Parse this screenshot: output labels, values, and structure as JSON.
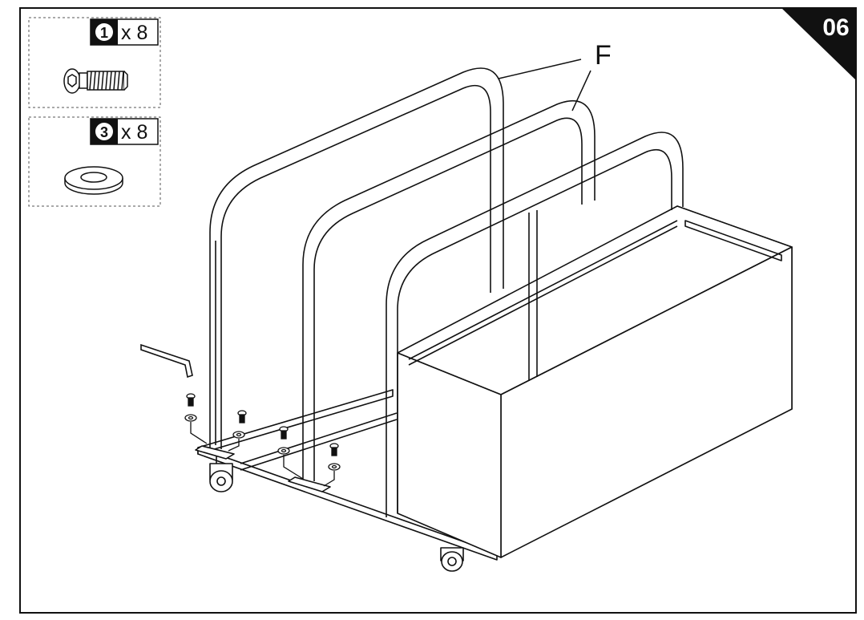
{
  "step": {
    "number": "06"
  },
  "parts": [
    {
      "id_badge": "1",
      "quantity_text": "x 8",
      "icon": "bolt-icon"
    },
    {
      "id_badge": "3",
      "quantity_text": "x 8",
      "icon": "washer-icon"
    }
  ],
  "callout": {
    "label": "F"
  },
  "colors": {
    "ink": "#111111",
    "paper": "#ffffff",
    "badge": "#111111",
    "dashed": "#555555"
  }
}
